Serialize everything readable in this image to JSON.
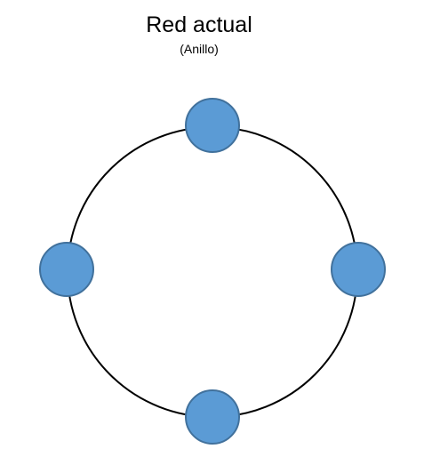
{
  "title": "Red actual",
  "subtitle": "(Anillo)",
  "diagram": {
    "type": "ring-network",
    "node_count": 4,
    "nodes": [
      "top",
      "right",
      "bottom",
      "left"
    ],
    "colors": {
      "node_fill": "#5b9bd5",
      "node_stroke": "#41719c",
      "ring_stroke": "#000000"
    }
  }
}
